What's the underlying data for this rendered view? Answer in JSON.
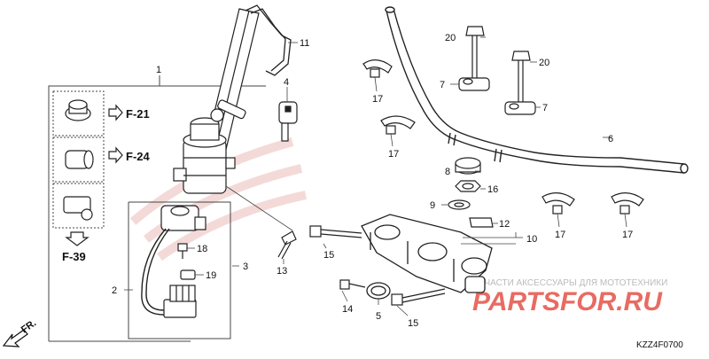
{
  "diagram": {
    "code": "KZZ4F0700",
    "front_label": "FR.",
    "refs": {
      "f21": "F-21",
      "f24": "F-24",
      "f39": "F-39"
    },
    "watermark": {
      "brand": "PARTSFOR.RU",
      "tagline": "ЗАПЧАСТИ АКСЕССУАРЫ ДЛЯ МОТОТЕХНИКИ"
    },
    "callouts": {
      "c1": "1",
      "c2": "2",
      "c3": "3",
      "c4": "4",
      "c5": "5",
      "c6": "6",
      "c7a": "7",
      "c7b": "7",
      "c8": "8",
      "c9": "9",
      "c10": "10",
      "c11": "11",
      "c12": "12",
      "c13": "13",
      "c14": "14",
      "c15a": "15",
      "c15b": "15",
      "c16": "16",
      "c17a": "17",
      "c17b": "17",
      "c17c": "17",
      "c17d": "17",
      "c18": "18",
      "c19": "19",
      "c20a": "20",
      "c20b": "20"
    }
  }
}
